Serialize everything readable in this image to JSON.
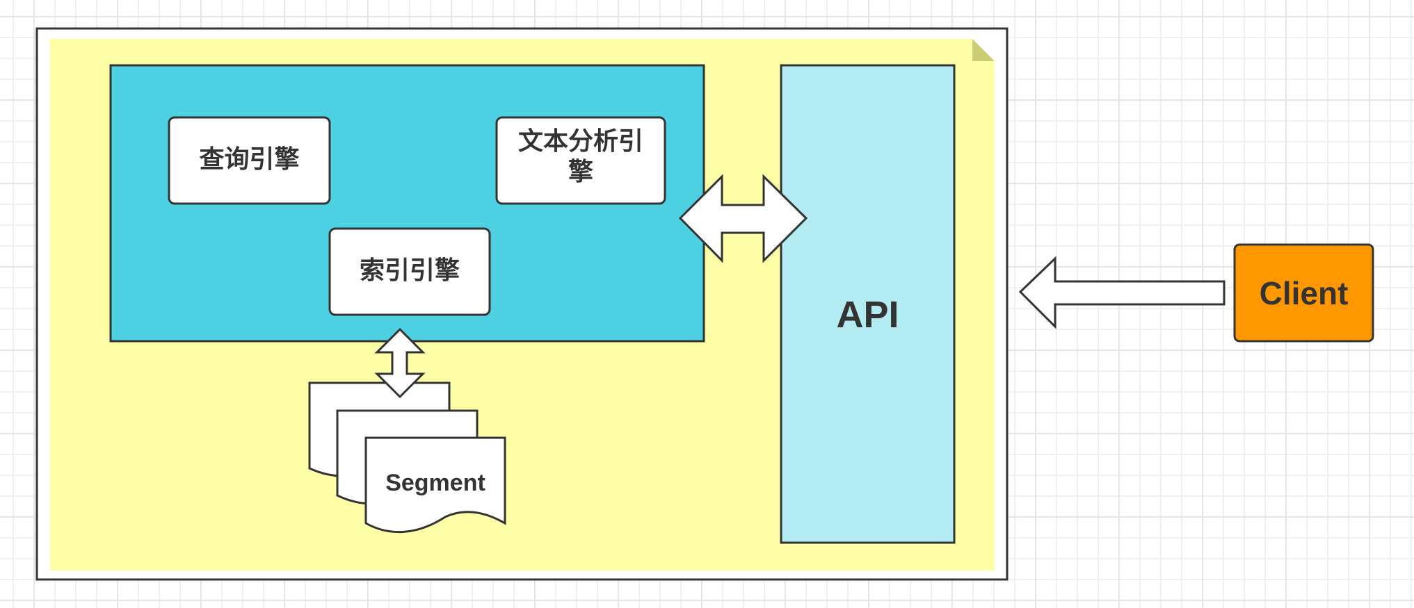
{
  "diagram": {
    "container": {
      "label": ""
    },
    "core": {
      "query_engine": "查询引擎",
      "text_analysis_engine": "文本分析引擎",
      "index_engine": "索引引擎"
    },
    "storage": {
      "segment": "Segment"
    },
    "api": {
      "label": "API"
    },
    "client": {
      "label": "Client"
    },
    "connectors": [
      {
        "from": "core",
        "to": "api",
        "type": "bidirectional"
      },
      {
        "from": "index_engine",
        "to": "segment",
        "type": "bidirectional"
      },
      {
        "from": "client",
        "to": "api",
        "type": "unidirectional"
      }
    ],
    "colors": {
      "stroke": "#333333",
      "note_fill": "#FFFFA8",
      "note_fold": "#CCCC77",
      "core_fill": "#4DD0E1",
      "api_fill": "#B2EBF2",
      "client_fill": "#FF9800",
      "box_fill": "#FFFFFF"
    }
  }
}
